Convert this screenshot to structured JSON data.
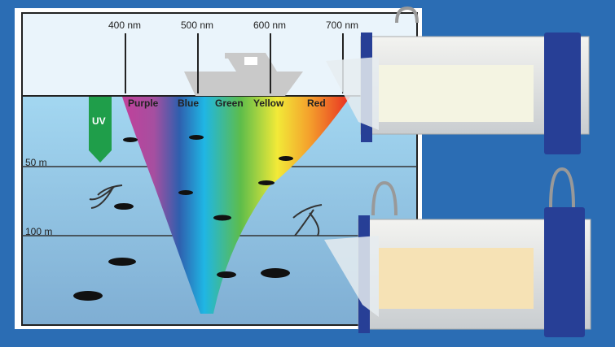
{
  "wavelengths": [
    "400 nm",
    "500 nm",
    "600 nm",
    "700 nm"
  ],
  "bands": [
    "Purple",
    "Blue",
    "Green",
    "Yellow",
    "Red"
  ],
  "uv_label": "UV",
  "depths": [
    "50 m",
    "100 m"
  ],
  "colors": {
    "background": "#2b6db4",
    "sky": "#eaf4fb",
    "water_top": "#9fd4ef",
    "water_mid": "#8ec3e2",
    "water_deep": "#86b6d8",
    "uv": "#1f9e4a"
  }
}
